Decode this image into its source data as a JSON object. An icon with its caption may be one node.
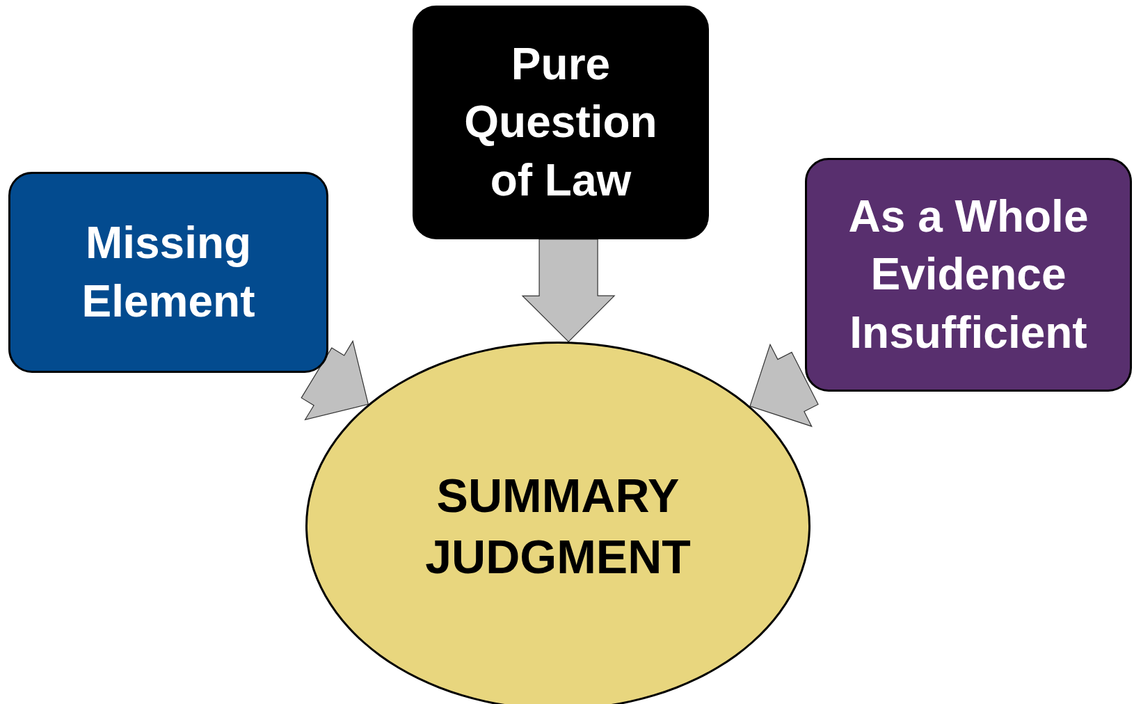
{
  "diagram": {
    "nodes": [
      {
        "text": [
          "Missing Element"
        ]
      },
      {
        "text": [
          "Pure Question of Law"
        ]
      },
      {
        "text": [
          "As a Whole Evidence Insufficient"
        ]
      },
      {
        "text": [
          "SUMMARY JUDGMENT"
        ]
      }
    ],
    "edges": [
      {
        "from": 0,
        "to": 3,
        "arrow": "to"
      },
      {
        "from": 1,
        "to": 3,
        "arrow": "to"
      },
      {
        "from": 2,
        "to": 3,
        "arrow": "to"
      }
    ]
  }
}
